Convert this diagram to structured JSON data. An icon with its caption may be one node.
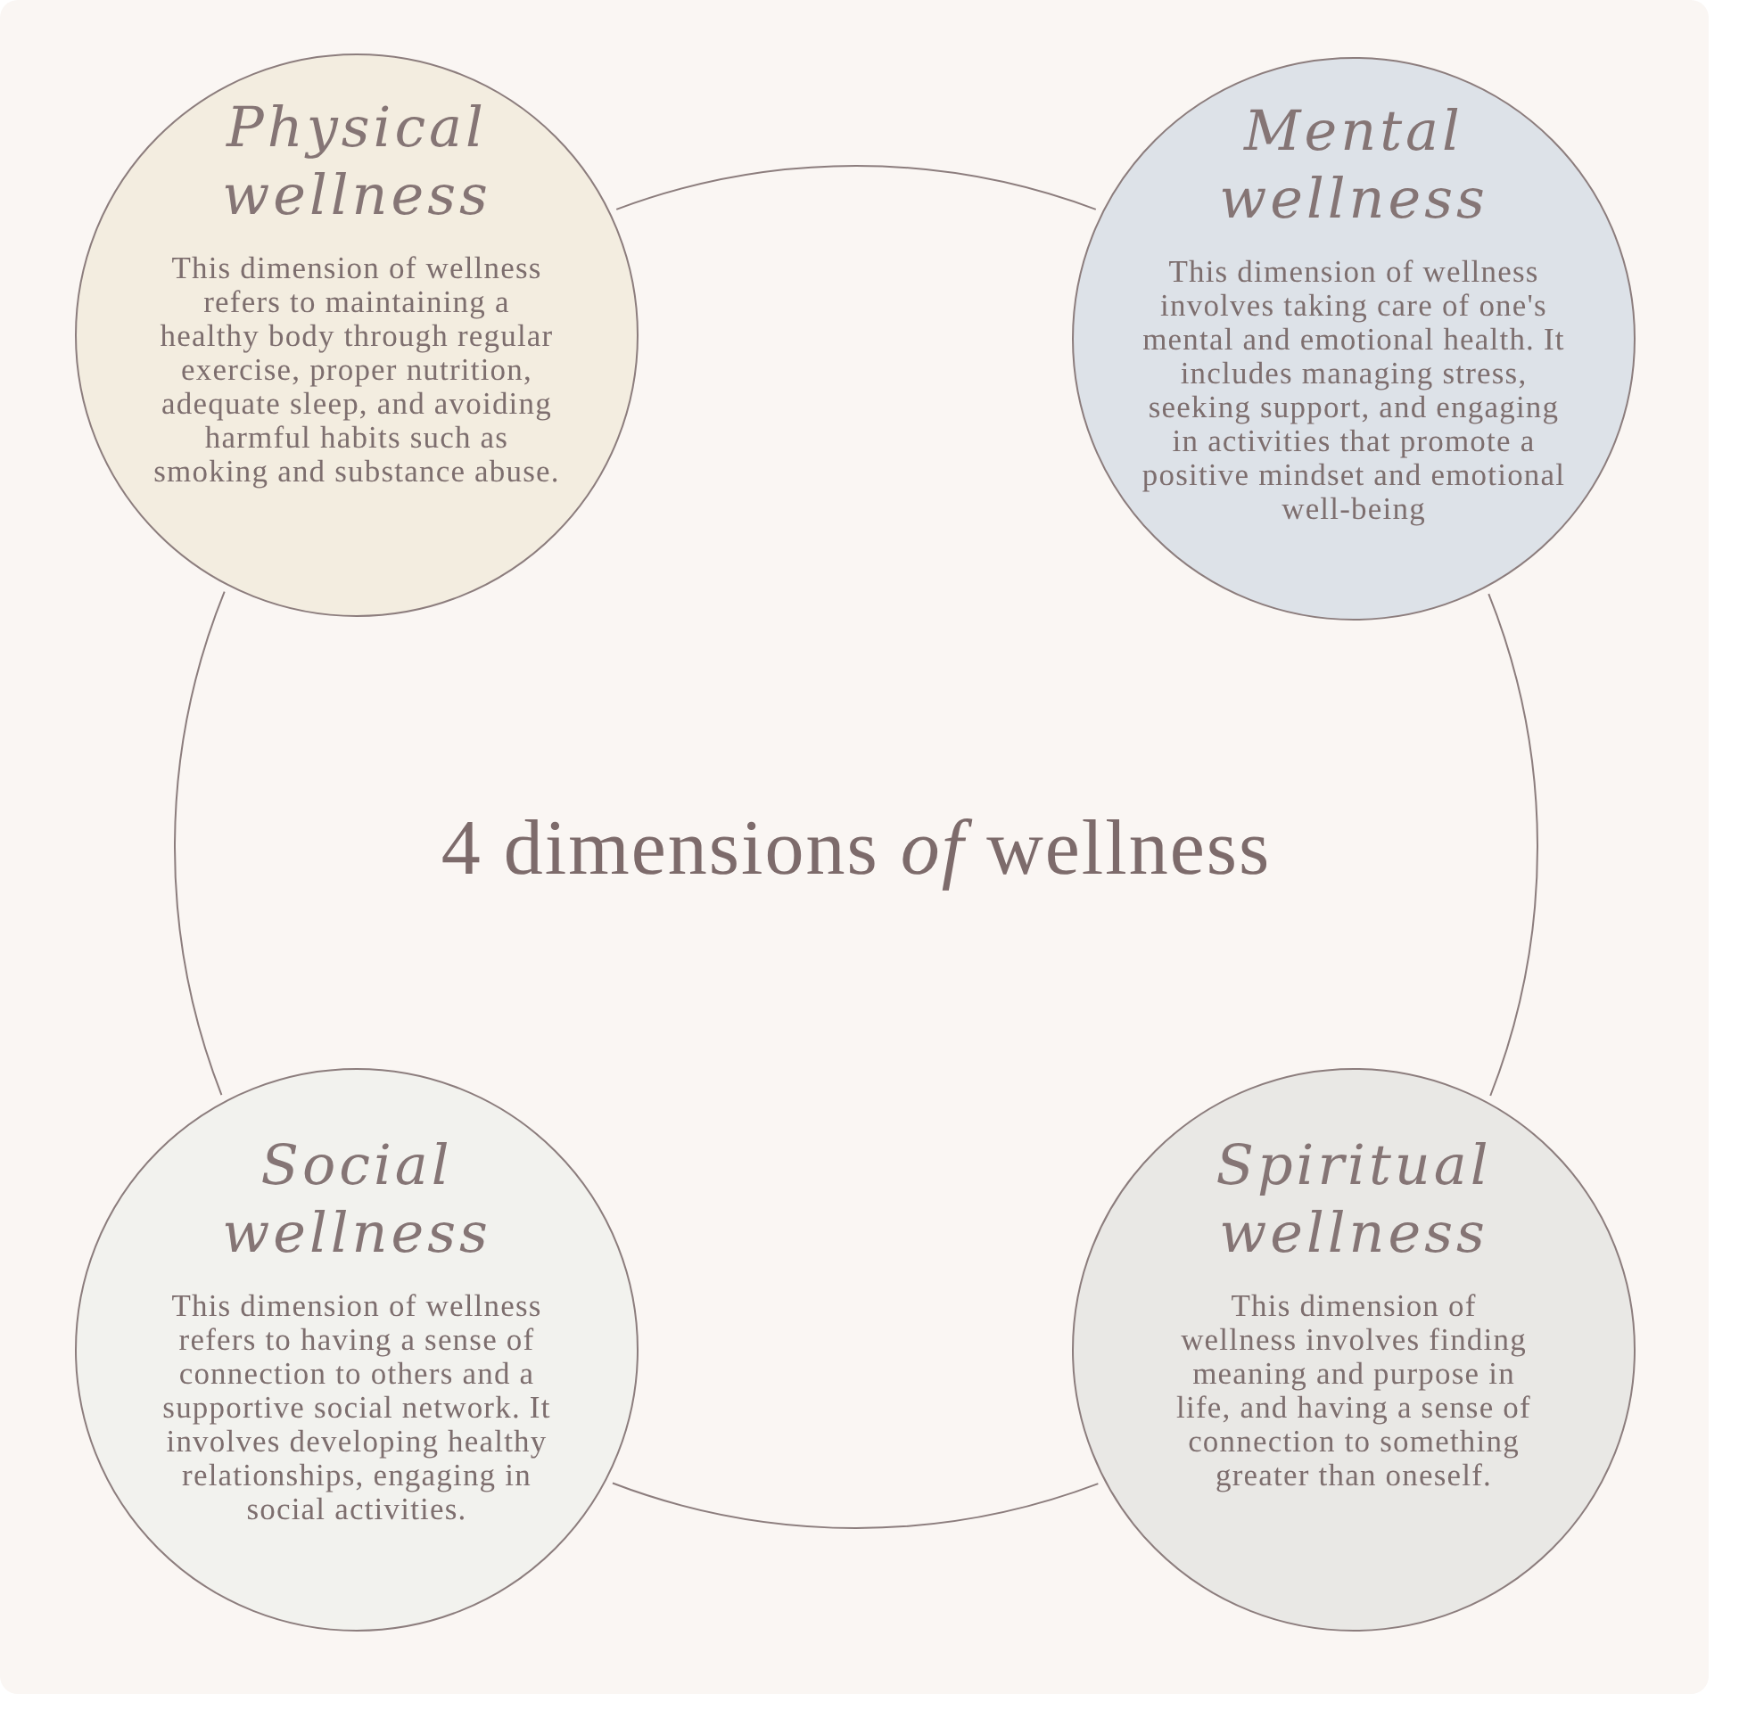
{
  "diagram": {
    "nodes": [
      {
        "text": [
          "4 dimensions *of* wellness"
        ]
      },
      {
        "text": [
          "Physical wellness",
          "This dimension of wellness refers to maintaining a healthy body through regular exercise, proper nutrition, adequate sleep, and avoiding harmful habits such as smoking and substance abuse."
        ]
      },
      {
        "text": [
          "Mental wellness",
          "This dimension of wellness involves taking care of one's mental and emotional health. It includes managing stress, seeking support, and engaging in activities that promote a positive mindset and emotional well-being"
        ]
      },
      {
        "text": [
          "Social wellness",
          "This dimension of wellness refers to having a sense of connection to others and a supportive social network. It involves developing healthy relationships, engaging in social activities."
        ]
      },
      {
        "text": [
          "Spiritual wellness",
          "This dimension of wellness involves finding meaning and purpose in life, and having a sense of connection to something greater than oneself."
        ]
      }
    ],
    "edges": []
  }
}
